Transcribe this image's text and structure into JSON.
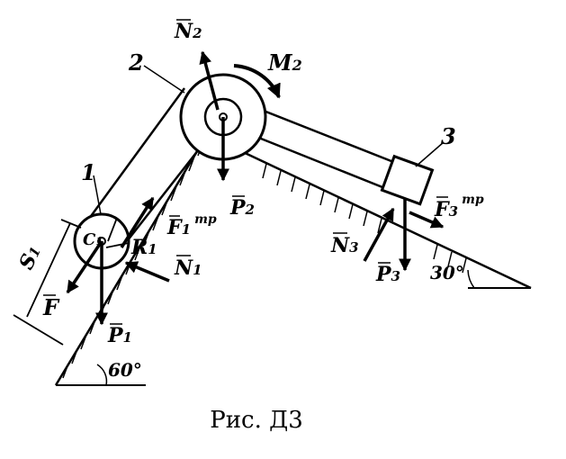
{
  "figure": {
    "bodies": {
      "body1": "1",
      "body2": "2",
      "body3": "3"
    },
    "forces": {
      "N2": "N",
      "N2_sub": "2",
      "M2": "M",
      "M2_sub": "2",
      "P2": "P",
      "P2_sub": "2",
      "F1tr": "F",
      "F1tr_sub": "1",
      "F1tr_sup": "тр",
      "F3tr": "F",
      "F3tr_sub": "3",
      "F3tr_sup": "тр",
      "N3": "N",
      "N3_sub": "3",
      "P3": "P",
      "P3_sub": "3",
      "N1": "N",
      "N1_sub": "1",
      "P1": "P",
      "P1_sub": "1",
      "F": "F",
      "R1": "R",
      "R1_sub": "1",
      "S1": "S",
      "S1_sub": "1",
      "C1": "C",
      "C1_sub": "1"
    },
    "angles": {
      "left": "60°",
      "right": "30°"
    }
  },
  "caption": "Рис. Д3"
}
